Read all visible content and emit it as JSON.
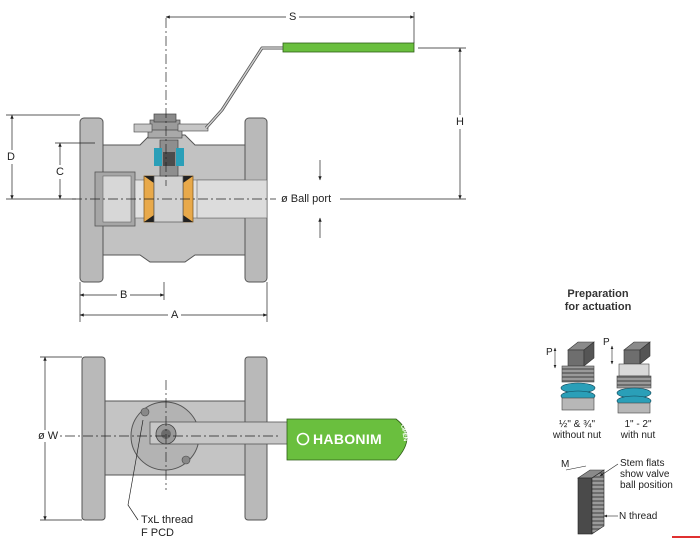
{
  "dimensions": {
    "S": "S",
    "H": "H",
    "D": "D",
    "C": "C",
    "ball_port": "ø Ball port",
    "B": "B",
    "A": "A",
    "W": "ø W",
    "thread_txl": "TxL thread",
    "f_pcd": "F PCD"
  },
  "handle": {
    "brand": "HABONIM",
    "logo_mark": "habonim-logo-icon",
    "open_text": "OPEN",
    "color": "#6abf3e"
  },
  "preparation": {
    "title_line1": "Preparation",
    "title_line2": "for actuation",
    "P_left": "P",
    "P_right": "P",
    "small_sizes": "½\" & ¾\"",
    "small_desc": "without nut",
    "large_sizes": "1\" - 2\"",
    "large_desc": "with nut",
    "M": "M",
    "stem_flats_1": "Stem flats",
    "stem_flats_2": "show valve",
    "stem_flats_3": "ball position",
    "n_thread": "N thread"
  },
  "colors": {
    "body": "#b9b9b9",
    "body_dark": "#8a8a8a",
    "seat": "#e8a94a",
    "seal_blue": "#2a9fb8",
    "handle_green": "#6abf3e"
  }
}
